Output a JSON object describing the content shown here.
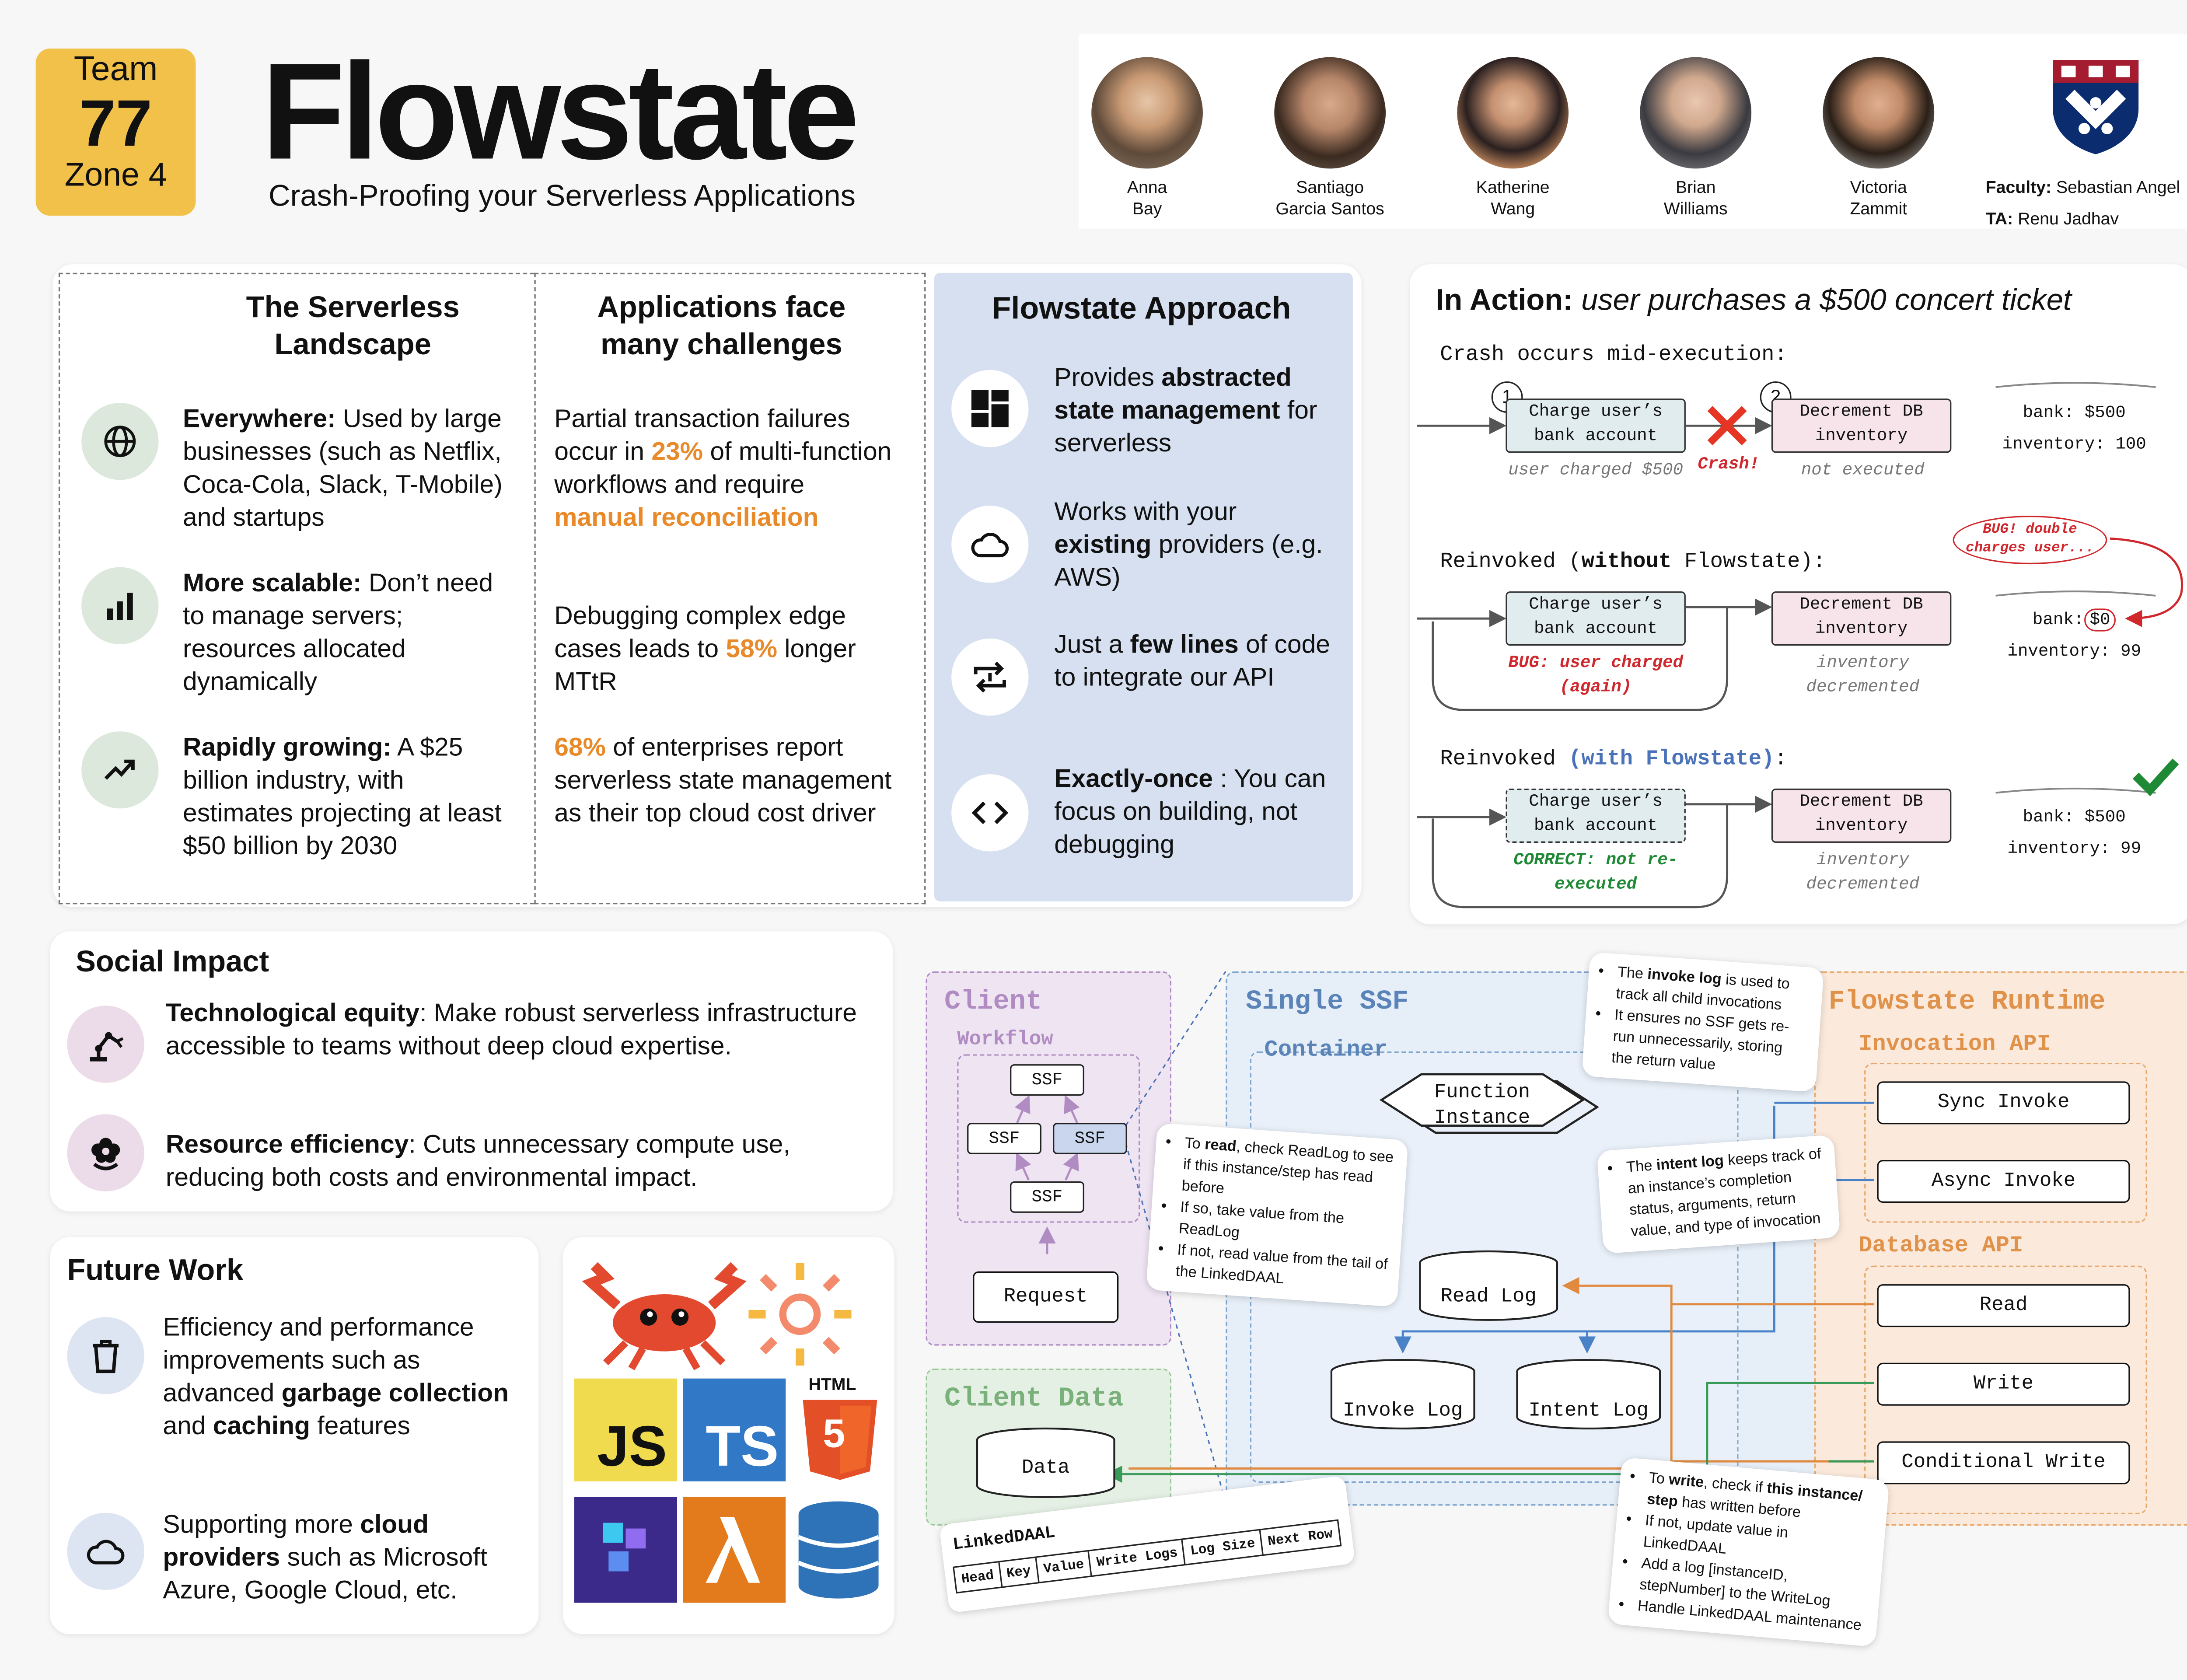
{
  "header": {
    "team_label": "Team",
    "team_number": "77",
    "zone": "Zone 4",
    "title": "Flowstate",
    "subtitle": "Crash-Proofing your Serverless Applications"
  },
  "people": [
    {
      "line1": "Anna",
      "line2": "Bay"
    },
    {
      "line1": "Santiago",
      "line2": "Garcia Santos"
    },
    {
      "line1": "Katherine",
      "line2": "Wang"
    },
    {
      "line1": "Brian",
      "line2": "Williams"
    },
    {
      "line1": "Victoria",
      "line2": "Zammit"
    }
  ],
  "faculty": {
    "faculty_label": "Faculty:",
    "faculty_name": "Sebastian Angel",
    "ta_label": "TA:",
    "ta_name": "Renu Jadhav"
  },
  "landscape": {
    "heading_l1": "The Serverless",
    "heading_l2": "Landscape",
    "items": [
      {
        "bold": "Everywhere:",
        "text": " Used by large businesses (such as Netflix, Coca-Cola, Slack, T-Mobile) and startups",
        "icon": "globe-icon"
      },
      {
        "bold": "More scalable:",
        "text": " Don’t need to manage servers; resources allocated dynamically",
        "icon": "bar-chart-icon"
      },
      {
        "bold": "Rapidly growing:",
        "text": " A $25 billion industry, with estimates projecting at least $50 billion by 2030",
        "icon": "trending-up-icon"
      }
    ]
  },
  "challenges": {
    "heading_l1": "Applications face",
    "heading_l2": "many challenges",
    "c1_a": "Partial transaction failures occur in ",
    "c1_hl": "23%",
    "c1_b": " of multi-function workflows and require ",
    "c1_hl2": "manual reconciliation",
    "c2_a": "Debugging complex edge cases leads to ",
    "c2_hl": "58%",
    "c2_b": " longer MTtR",
    "c3_hl": "68%",
    "c3_b": " of enterprises report serverless state management as their top cloud cost driver"
  },
  "approach": {
    "heading": "Flowstate Approach",
    "i1_a": "Provides ",
    "i1_b": "abstracted state management",
    "i1_c": " for serverless",
    "i2_a": "Works with your ",
    "i2_b": "existing",
    "i2_c": " providers (e.g. AWS)",
    "i3_a": "Just a ",
    "i3_b": "few lines",
    "i3_c": " of code to integrate our API",
    "i4_b": "Exactly-once",
    "i4_c": " : You can focus on building, not debugging"
  },
  "in_action": {
    "title_bold": "In Action:",
    "title_italic": " user purchases a $500 concert ticket",
    "s1_label": "Crash occurs mid-execution:",
    "s2_label_a": "Reinvoked (",
    "s2_label_b": "without",
    "s2_label_c": " Flowstate):",
    "s3_label_a": "Reinvoked ",
    "s3_label_b": "(with Flowstate)",
    "s3_label_c": ":",
    "charge_l1": "Charge user’s",
    "charge_l2": "bank account",
    "dec_l1": "Decrement DB",
    "dec_l2": "inventory",
    "step1": "1",
    "step2": "2",
    "user_charged": "user charged $500",
    "crash": "Crash!",
    "not_executed": "not executed",
    "bug_note_l1": "BUG: user charged",
    "bug_note_l2": "(again)",
    "inv_dec_l1": "inventory",
    "inv_dec_l2": "decremented",
    "correct_l1": "CORRECT: not re-",
    "correct_l2": "executed",
    "bug_bubble_l1": "BUG! double",
    "bug_bubble_l2": "charges user...",
    "bank_500": "bank: $500",
    "inventory_100": "inventory: 100",
    "bank_label": "bank:",
    "bank_zero": "$0",
    "inventory_99": "inventory: 99"
  },
  "social": {
    "heading": "Social Impact",
    "i1_bold": "Technological equity",
    "i1_text": ": Make robust serverless infrastructure accessible to teams without deep cloud expertise.",
    "i2_bold": "Resource efficiency",
    "i2_text": ": Cuts unnecessary compute use, reducing both costs and environmental impact."
  },
  "future": {
    "heading": "Future Work",
    "i1_a": "Efficiency and performance improvements such as advanced ",
    "i1_b": "garbage collection",
    "i1_c": " and ",
    "i1_d": "caching",
    "i1_e": " features",
    "i2_a": "Supporting more ",
    "i2_b": "cloud providers",
    "i2_c": " such as Microsoft Azure, Google Cloud, etc."
  },
  "logos": {
    "js": "JS",
    "ts": "TS",
    "html": "HTML",
    "html_num": "5"
  },
  "architecture": {
    "client": "Client",
    "workflow": "Workflow",
    "ssf": "SSF",
    "request": "Request",
    "client_data": "Client Data",
    "data": "Data",
    "single_ssf": "Single SSF",
    "container": "Container",
    "function_l1": "Function",
    "function_l2": "Instance",
    "read_log": "Read Log",
    "invoke_log": "Invoke Log",
    "intent_log": "Intent Log",
    "runtime": "Flowstate Runtime",
    "invocation_api": "Invocation API",
    "sync_invoke": "Sync Invoke",
    "async_invoke": "Async Invoke",
    "database_api": "Database API",
    "read": "Read",
    "write": "Write",
    "conditional_write": "Conditional Write",
    "linked_title": "LinkedDAAL",
    "linked_cols": [
      "Head",
      "Key",
      "Value",
      "Write Logs",
      "Log Size",
      "Next Row"
    ],
    "tip_read": [
      {
        "a": "To ",
        "b": "read",
        "c": ", check ReadLog to see if this instance/step has read before"
      },
      {
        "a": "If so, take value from the ReadLog",
        "b": "",
        "c": ""
      },
      {
        "a": "If not, read value from the tail of the LinkedDAAL",
        "b": "",
        "c": ""
      }
    ],
    "tip_invoke": [
      {
        "a": "The ",
        "b": "invoke log",
        "c": " is used to track all child invocations"
      },
      {
        "a": "It ensures no SSF gets re-run unnecessarily, storing the return value",
        "b": "",
        "c": ""
      }
    ],
    "tip_intent": [
      {
        "a": "The ",
        "b": "intent log",
        "c": " keeps track of an instance’s completion status, arguments, return value, and type of invocation"
      }
    ],
    "tip_write": [
      {
        "a": "To ",
        "b": "write",
        "c": ", check if ",
        "d": "this instance/ step",
        "e": " has written before"
      },
      {
        "a": "If not, update value in LinkedDAAL",
        "b": "",
        "c": "",
        "d": "",
        "e": ""
      },
      {
        "a": "Add a log [instanceID, stepNumber] to the WriteLog",
        "b": "",
        "c": "",
        "d": "",
        "e": ""
      },
      {
        "a": "Handle LinkedDAAL maintenance",
        "b": "",
        "c": "",
        "d": "",
        "e": ""
      }
    ]
  },
  "colors": {
    "badge": "#f2c14a",
    "highlight_orange": "#e88a2a",
    "approach_bg": "#d6e0f1",
    "error_red": "#d0272c",
    "correct_green": "#1f8a35",
    "client_purple": "#b08cc3",
    "ssf_blue": "#7fa5cf",
    "runtime_orange": "#e8a76b",
    "client_data_green": "#9cc79a"
  }
}
